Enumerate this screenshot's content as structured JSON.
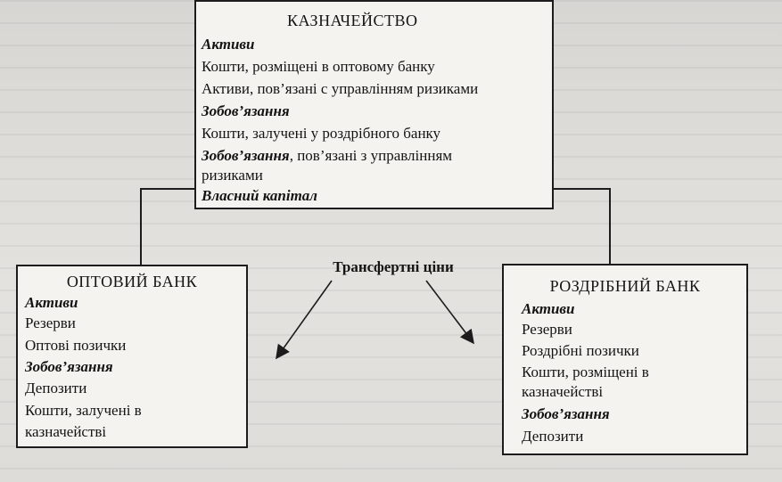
{
  "treasury": {
    "title": "КАЗНАЧЕЙСТВО",
    "lines": [
      "Активи",
      "Кошти, розміщені в оптовому банку",
      "Активи, пов’язані с управлінням ризиками",
      "Зобов’язання",
      "Кошти, залучені у роздрібного банку",
      "Зобов’язання, пов’язані з управлінням",
      "ризиками",
      "Власний  капітал"
    ]
  },
  "transfer_prices_label": "Трансфертні ціни",
  "wholesale_bank": {
    "title": "ОПТОВИЙ БАНК",
    "lines": [
      "Активи",
      "Резерви",
      "Оптові позички",
      "Зобов’язання",
      "Депозити",
      "Кошти, залучені в",
      "казначействі"
    ]
  },
  "retail_bank": {
    "title": "РОЗДРІБНИЙ БАНК",
    "lines": [
      "Активи",
      "Резерви",
      "Роздрібні позички",
      "Кошти, розміщені в",
      "казначействі",
      "Зобов’язання",
      "Депозити"
    ]
  }
}
